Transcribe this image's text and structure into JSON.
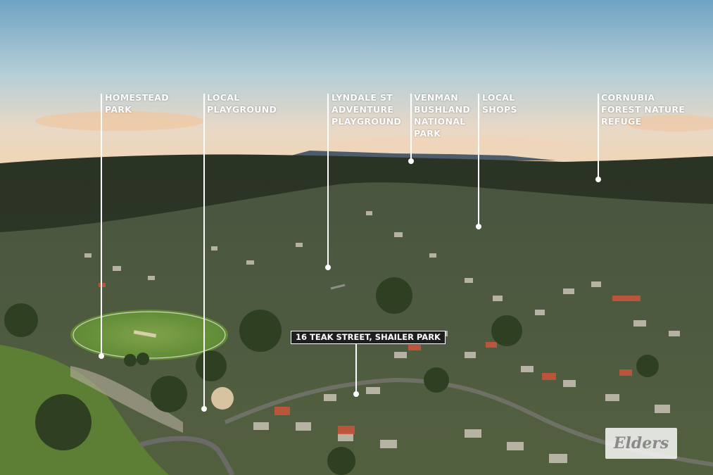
{
  "image": {
    "points_of_interest": [
      {
        "id": "homestead",
        "label": "HOMESTEAD\nPARK"
      },
      {
        "id": "local-playground",
        "label": "LOCAL\nPLAYGROUND"
      },
      {
        "id": "lyndale",
        "label": "LYNDALE ST\nADVENTURE\nPLAYGROUND"
      },
      {
        "id": "venman",
        "label": "VENMAN\nBUSHLAND\nNATIONAL\nPARK"
      },
      {
        "id": "local-shops",
        "label": "LOCAL\nSHOPS"
      },
      {
        "id": "cornubia",
        "label": "CORNUBIA\nFOREST NATURE\nREFUGE"
      }
    ],
    "property_address": "16 TEAK STREET, SHAILER PARK",
    "watermark_logo": "Elders"
  },
  "colors": {
    "label": "#ffffff",
    "address_tag_bg": "#1e1e1e",
    "sky_top": "#6fa3c4",
    "horizon": "#f1d6b6"
  }
}
